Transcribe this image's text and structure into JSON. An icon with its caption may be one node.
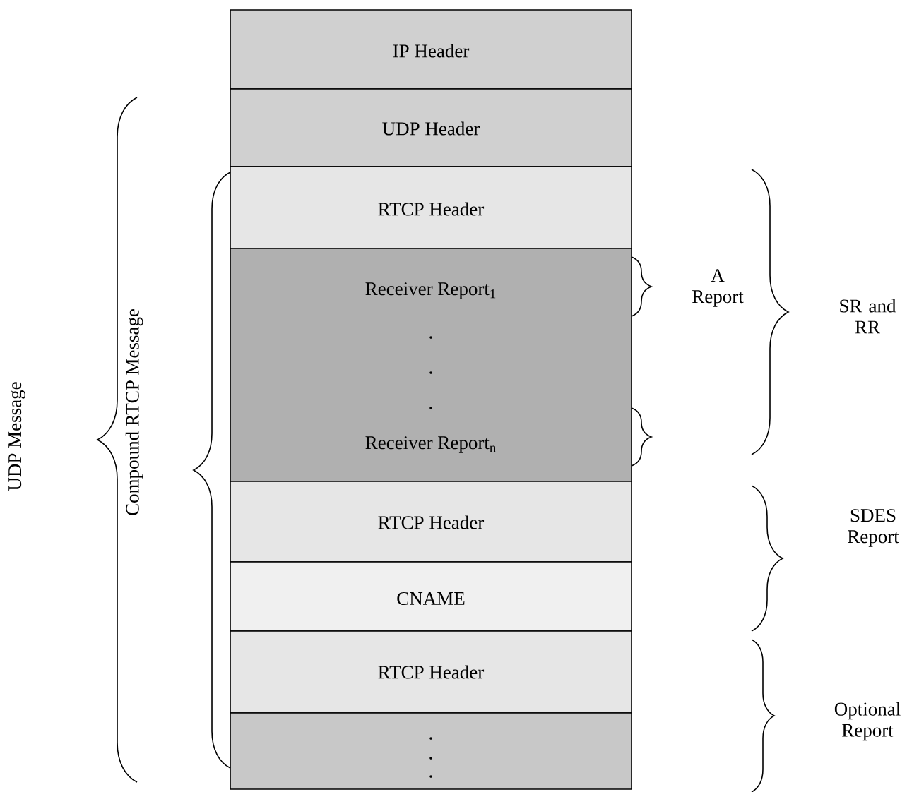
{
  "diagram": {
    "nodes": [
      {
        "text": [
          "IP Header"
        ]
      },
      {
        "text": [
          "UDP Header"
        ]
      },
      {
        "text": [
          "RTCP Header"
        ]
      },
      {
        "text": [
          "Receiver Report$_{1}$",
          "Receiver Report$_{n}$"
        ]
      },
      {
        "text": [
          "RTCP Header"
        ]
      },
      {
        "text": [
          "CNAME"
        ]
      },
      {
        "text": [
          "RTCP Header"
        ]
      },
      {
        "text": [],
        "shape": "box"
      }
    ],
    "labels": [
      "UDP Message",
      "Compound RTCP Message",
      "A Report",
      "SR and RR",
      "SDES Report",
      "Optional Report"
    ]
  }
}
